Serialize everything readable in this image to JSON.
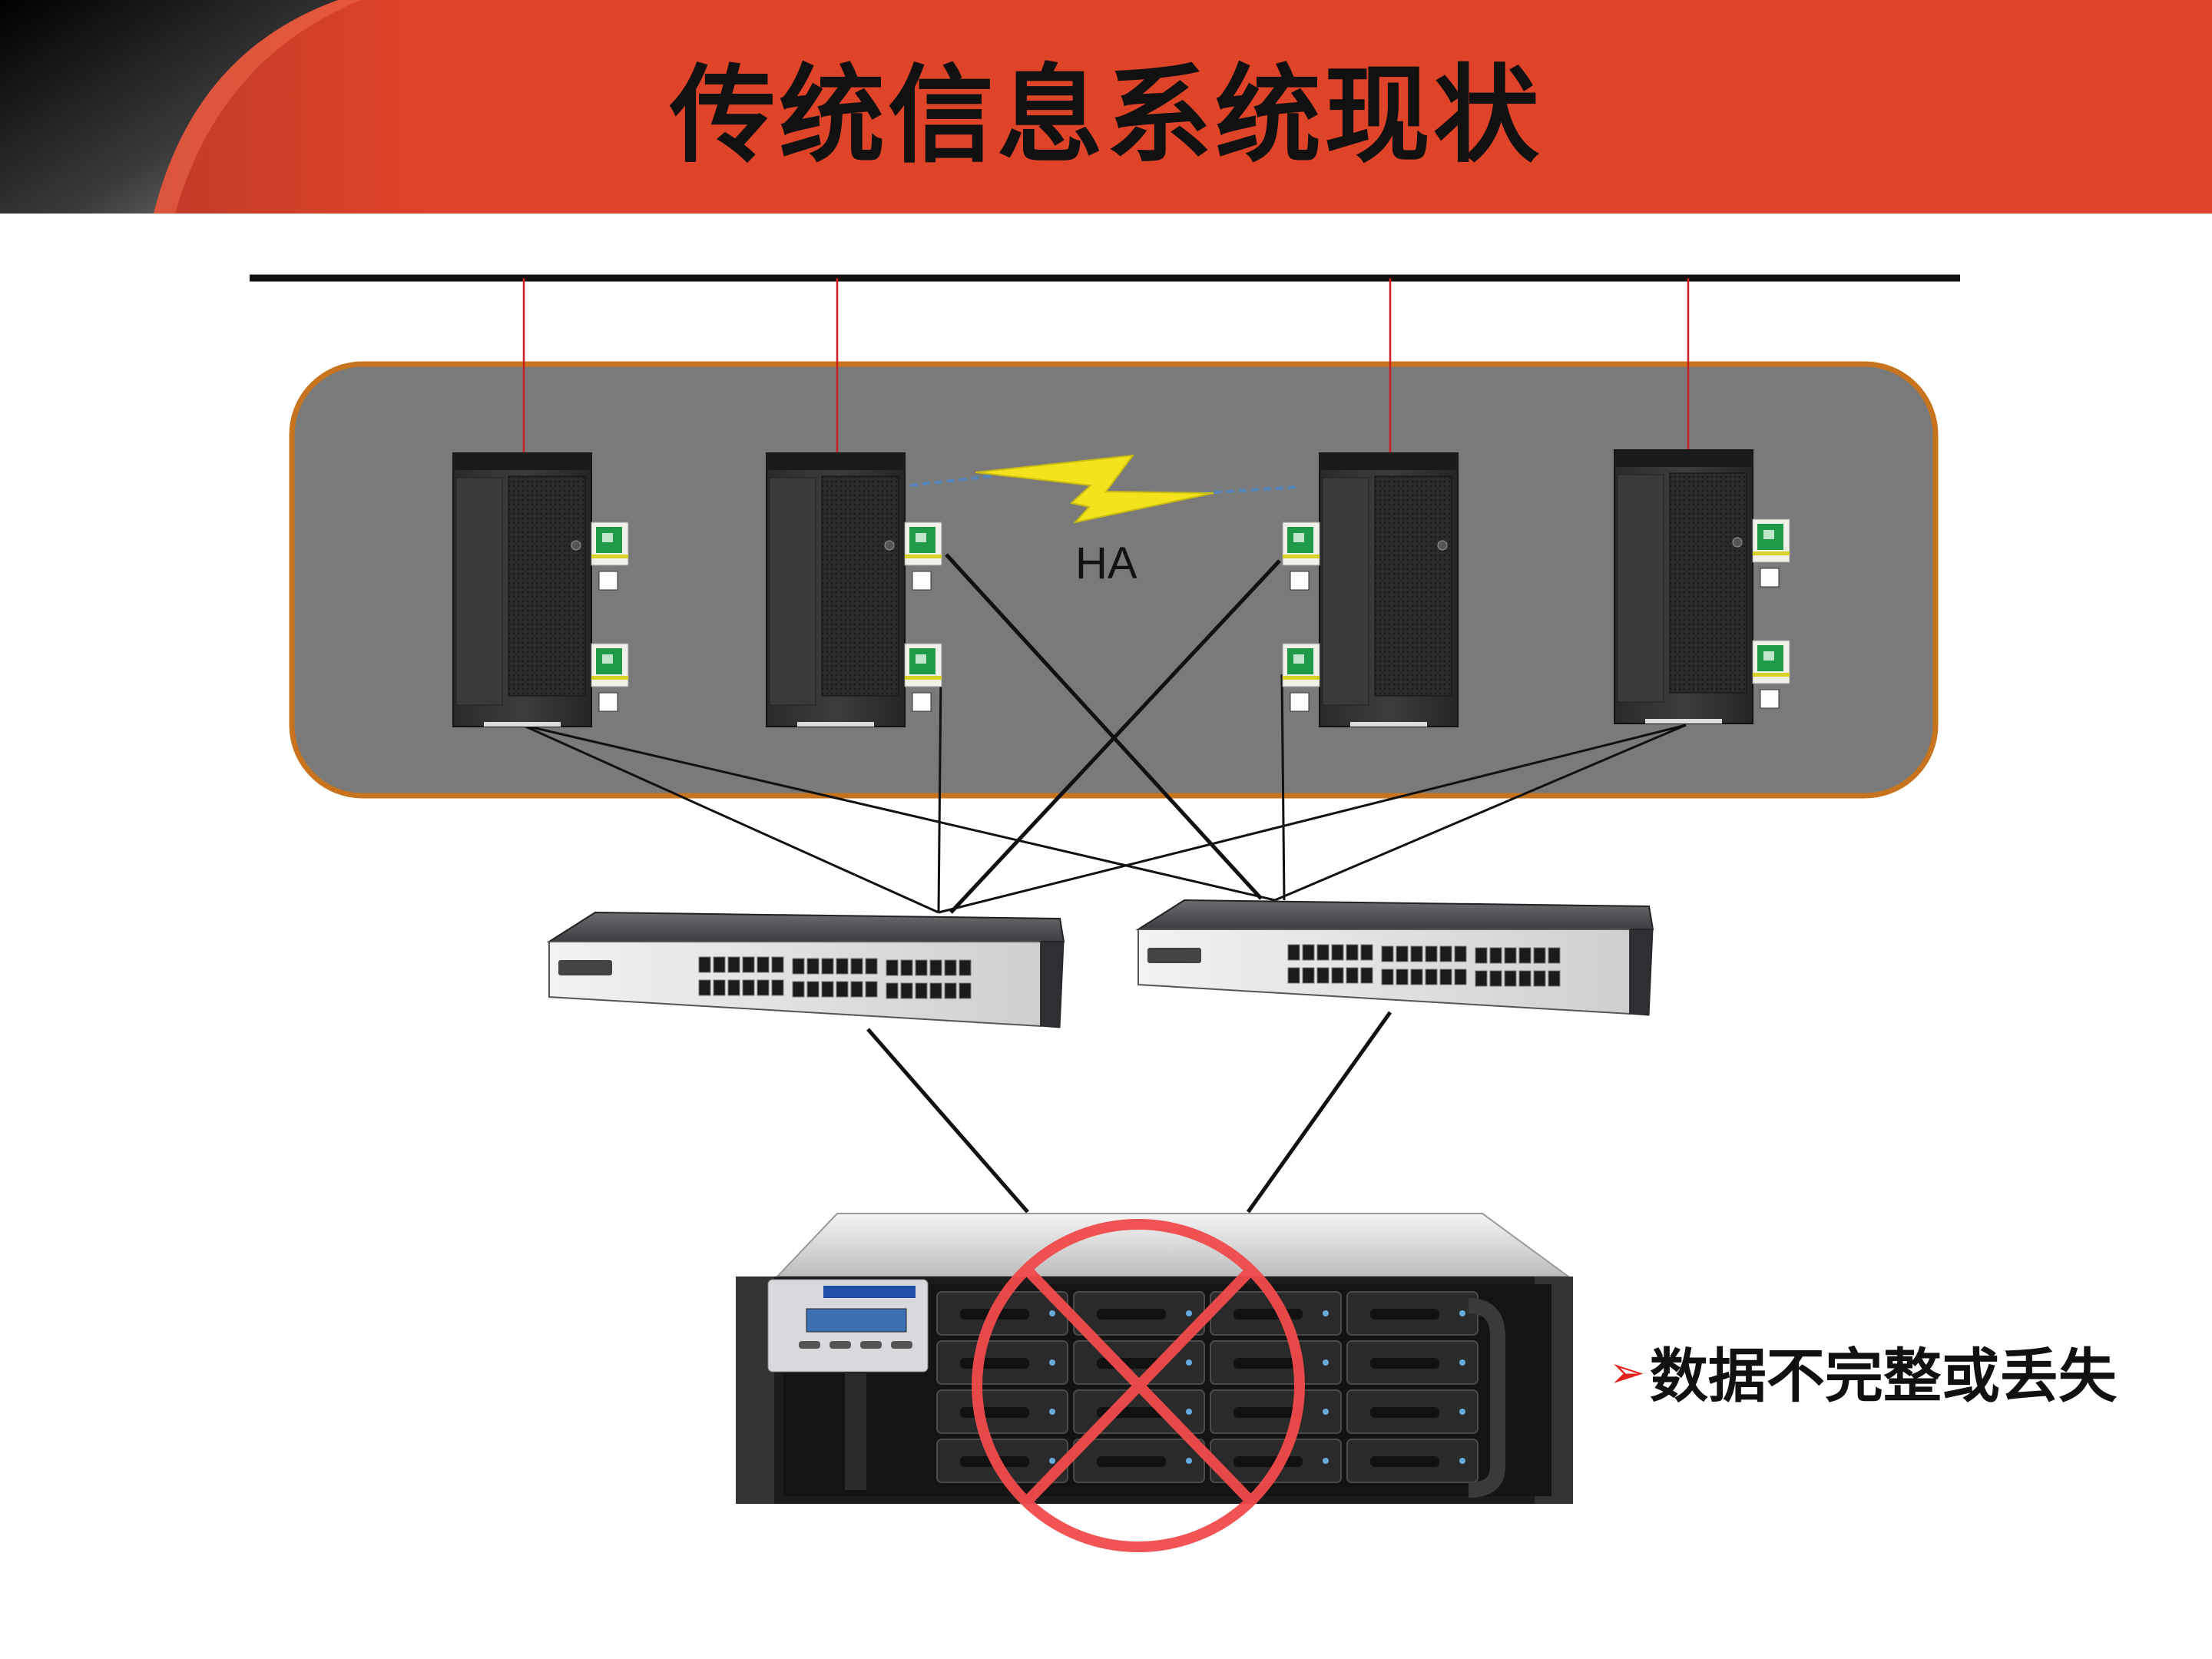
{
  "slide": {
    "title": "传统信息系统现状",
    "ha_label": "HA",
    "bullet_marker": "➢",
    "bullet_text": "数据不完整或丢失"
  },
  "colors": {
    "header_red": "#e04428",
    "cluster_fill": "#7a7a7a",
    "cluster_border": "#c8741e",
    "cross_out": "#f24a4a",
    "lightning": "#f2e31c",
    "uplink": "#cc1f1f"
  },
  "diagram": {
    "servers": [
      {
        "name": "server-1"
      },
      {
        "name": "server-2"
      },
      {
        "name": "server-3"
      },
      {
        "name": "server-4"
      }
    ],
    "switches": [
      {
        "name": "switch-left"
      },
      {
        "name": "switch-right"
      }
    ],
    "storage": {
      "name": "storage-array",
      "status": "failed",
      "icon": "cross-out-icon"
    },
    "connections": [
      "network-bus",
      "server-uplinks",
      "ha-heartbeat",
      "server-to-switch-links",
      "switch-to-storage-links"
    ]
  }
}
